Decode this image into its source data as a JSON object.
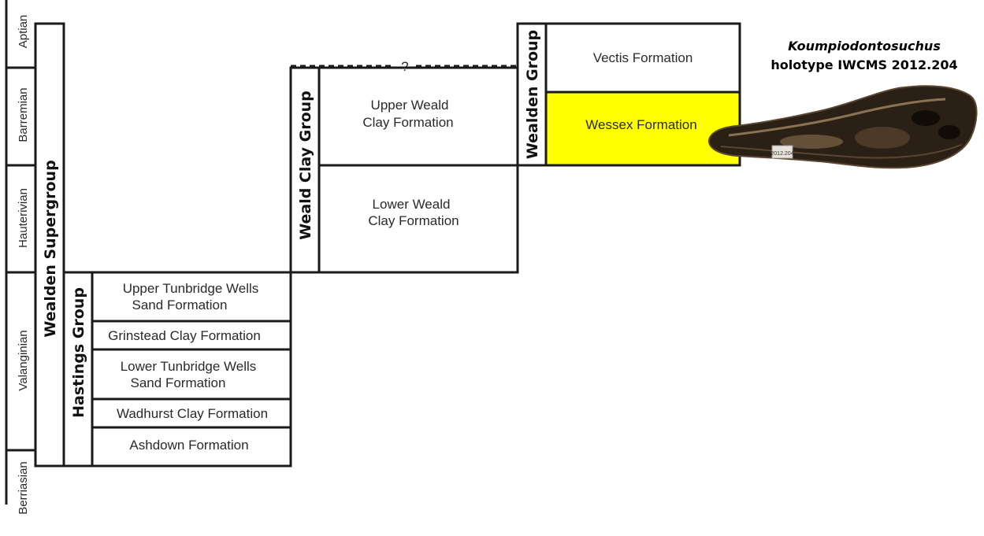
{
  "stages": [
    {
      "id": "aptian",
      "label": "Aptian"
    },
    {
      "id": "barremian",
      "label": "Barremian"
    },
    {
      "id": "hauterivian",
      "label": "Hauterivian"
    },
    {
      "id": "valanginian",
      "label": "Valanginian"
    },
    {
      "id": "berriasian",
      "label": "Berriasian"
    }
  ],
  "supergroup": {
    "label": "Wealden Supergroup"
  },
  "groups": {
    "hastings": {
      "label": "Hastings Group"
    },
    "weald_clay": {
      "label": "Weald Clay Group"
    },
    "wealden": {
      "label": "Wealden Group"
    }
  },
  "formations": {
    "upper_tunbridge": {
      "line1": "Upper Tunbridge Wells",
      "line2": "Sand Formation"
    },
    "grinstead": {
      "line1": "Grinstead Clay Formation"
    },
    "lower_tunbridge": {
      "line1": "Lower Tunbridge Wells",
      "line2": "Sand Formation"
    },
    "wadhurst": {
      "line1": "Wadhurst Clay Formation"
    },
    "ashdown": {
      "line1": "Ashdown Formation"
    },
    "upper_weald": {
      "line1": "Upper Weald",
      "line2": "Clay Formation"
    },
    "lower_weald": {
      "line1": "Lower Weald",
      "line2": "Clay Formation"
    },
    "vectis": {
      "line1": "Vectis Formation"
    },
    "wessex": {
      "line1": "Wessex Formation"
    }
  },
  "uncertain_marker": "?",
  "specimen": {
    "genus": "Koumpiodontosuchus",
    "holotype": "holotype IWCMS 2012.204",
    "label_text": "2012.204"
  },
  "colors": {
    "highlight": "#ffff00",
    "line": "#1a1a1a",
    "fossil_dark": "#2b2015",
    "fossil_mid": "#5a4630",
    "fossil_light": "#8a7252"
  }
}
